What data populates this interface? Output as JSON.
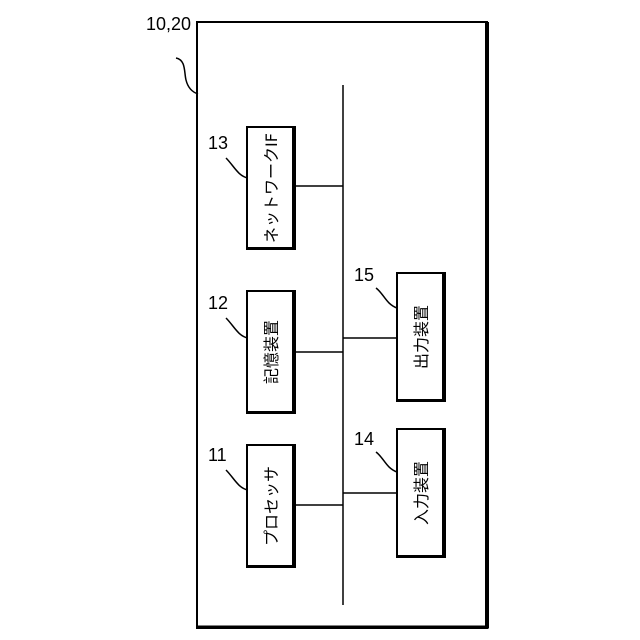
{
  "diagram": {
    "system_ref": "10,20",
    "blocks": [
      {
        "id": "network-if",
        "ref": "13",
        "label": "ネットワークIF"
      },
      {
        "id": "storage",
        "ref": "12",
        "label": "記憶装置"
      },
      {
        "id": "processor",
        "ref": "11",
        "label": "プロセッサ"
      },
      {
        "id": "output",
        "ref": "15",
        "label": "出力装置"
      },
      {
        "id": "input",
        "ref": "14",
        "label": "入力装置"
      }
    ]
  }
}
